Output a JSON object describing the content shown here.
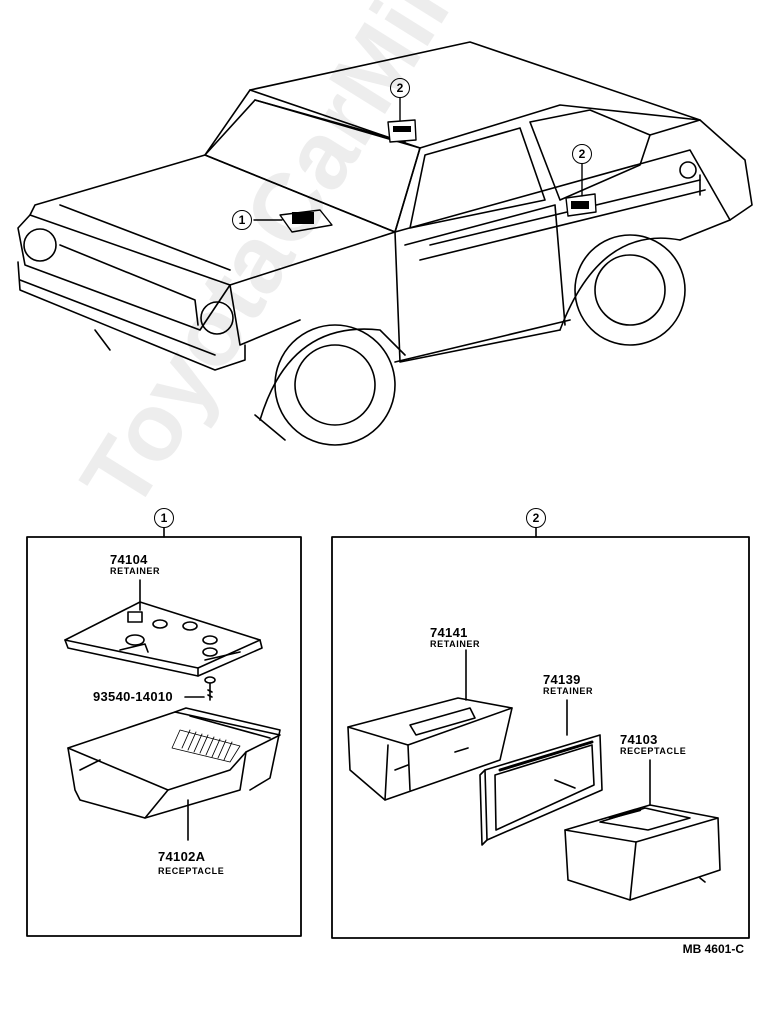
{
  "watermark": "ToyotaCarMine.ru",
  "reference_code": "MB 4601-C",
  "callouts": {
    "car_1": "1",
    "car_2_roof": "2",
    "car_2_quarter": "2",
    "panel_1": "1",
    "panel_2": "2"
  },
  "panel_1_parts": [
    {
      "number": "74104",
      "name": "RETAINER"
    },
    {
      "number": "93540-14010",
      "name": ""
    },
    {
      "number": "74102A",
      "name": "RECEPTACLE"
    }
  ],
  "panel_2_parts": [
    {
      "number": "74141",
      "name": "RETAINER"
    },
    {
      "number": "74139",
      "name": "RETAINER"
    },
    {
      "number": "74103",
      "name": "RECEPTACLE"
    }
  ]
}
